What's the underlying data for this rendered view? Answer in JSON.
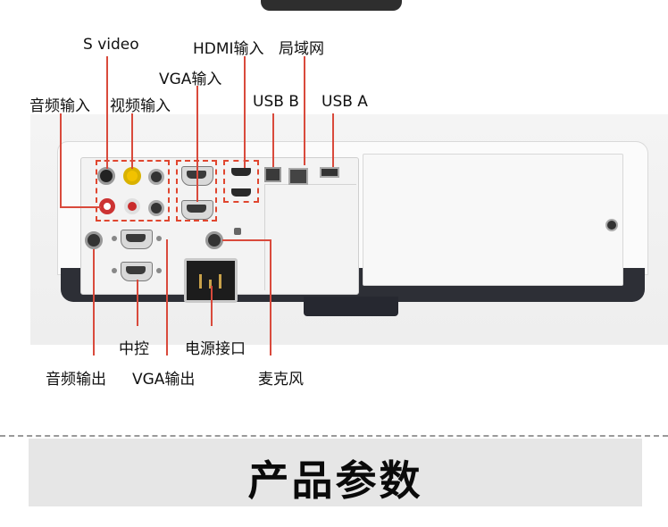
{
  "labels": {
    "s_video": "S video",
    "hdmi_input": "HDMI输入",
    "lan": "局域网",
    "vga_input": "VGA输入",
    "audio_input": "音频输入",
    "video_input": "视频输入",
    "usb_b": "USB B",
    "usb_a": "USB A",
    "control": "中控",
    "power": "电源接口",
    "audio_output": "音频输出",
    "vga_output": "VGA输出",
    "microphone": "麦克风"
  },
  "section_title": "产品参数",
  "colors": {
    "accent_line": "#d94a3c",
    "projector_base": "#2d2f36",
    "banner_bg": "#e6e6e6"
  }
}
